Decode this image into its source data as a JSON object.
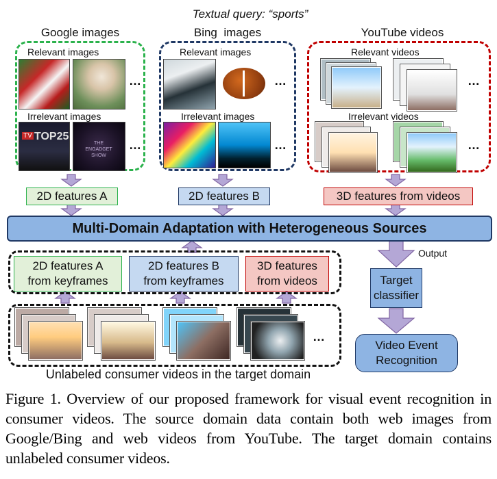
{
  "query": "Textual query: “sports”",
  "sources": [
    {
      "title": "Google images",
      "relevant": "Relevant images",
      "irrelevant": "Irrelevant images",
      "feature": "2D features A"
    },
    {
      "title": "Bing  images",
      "relevant": "Relevant images",
      "irrelevant": "Irrelevant images",
      "feature": "2D features B"
    },
    {
      "title": "YouTube videos",
      "relevant": "Relevant videos",
      "irrelevant": "Irrelevant videos",
      "feature": "3D features from videos"
    }
  ],
  "thumb_text": {
    "top25": "TOP25",
    "tvbadge": "TV",
    "engadget": "THE ENGADGET SHOW"
  },
  "ellipsis": "…",
  "main_box": "Multi-Domain Adaptation with Heterogeneous Sources",
  "target_features": [
    {
      "line1": "2D features A",
      "line2": "from keyframes"
    },
    {
      "line1": "2D features B",
      "line2": "from keyframes"
    },
    {
      "line1": "3D features",
      "line2": "from videos"
    }
  ],
  "output_label": "Output",
  "classifier": {
    "line1": "Target",
    "line2": "classifier"
  },
  "recognition": {
    "line1": "Video Event",
    "line2": "Recognition"
  },
  "unlabeled_caption": "Unlabeled consumer videos in the target domain",
  "figure_caption": "Figure 1. Overview of our proposed framework for visual event recognition in consumer videos.  The source domain data contain both web images from Google/Bing and web videos from YouTube. The target domain contains unlabeled consumer videos.",
  "colors": {
    "green": "#2bb24c",
    "navy": "#1f3864",
    "red": "#c00000",
    "main_fill": "#8eb4e3",
    "main_border": "#1f3864",
    "green_fill": "#e2f0d9",
    "blue_fill": "#c5d9f1",
    "red_fill": "#f4c7c3",
    "arrow": "#b4a7d6",
    "arrow_border": "#8064a2"
  }
}
